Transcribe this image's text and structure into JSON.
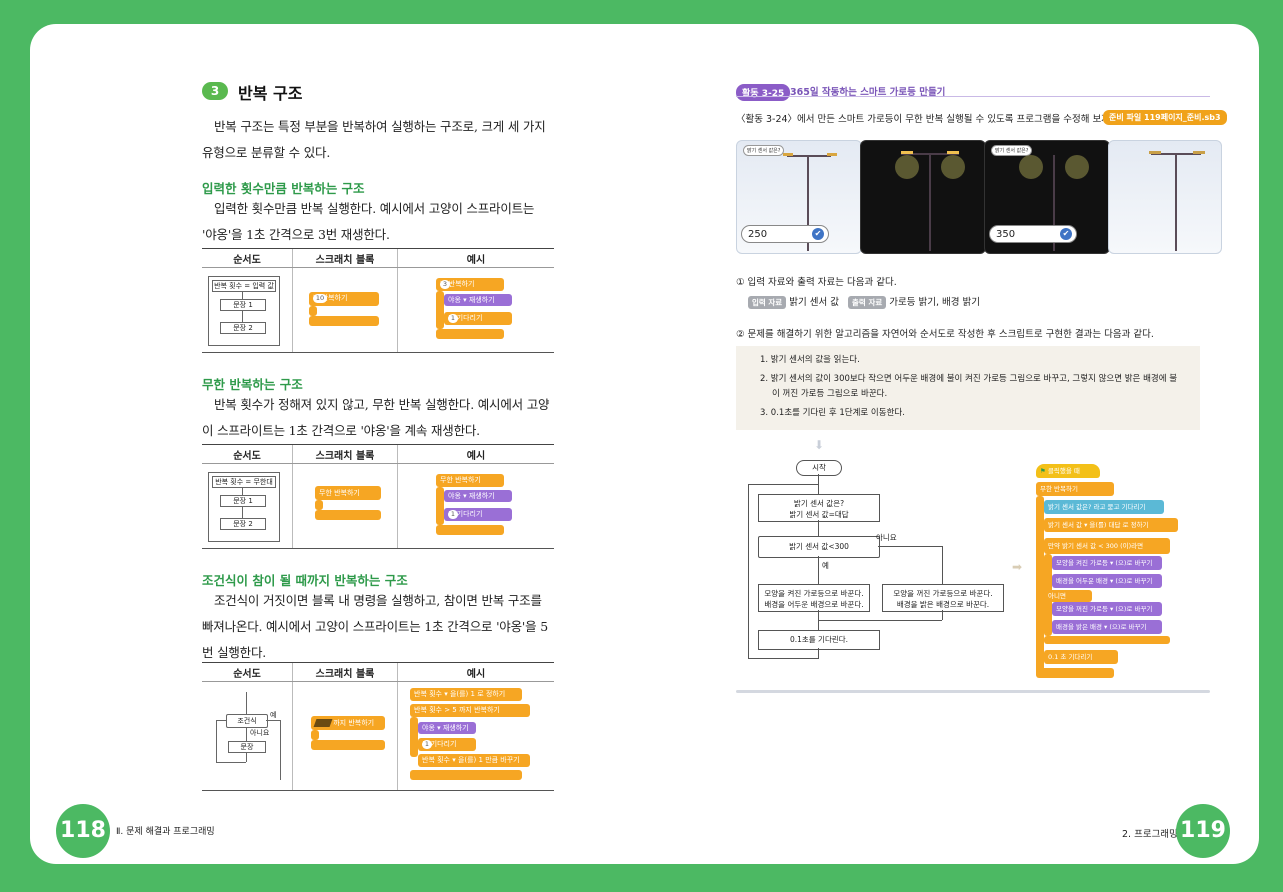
{
  "left": {
    "section": {
      "num": "3",
      "title": "반복 구조"
    },
    "intro": "반복 구조는 특정 부분을 반복하여 실행하는 구조로, 크게 세 가지 유형으로 분류할 수 있다.",
    "s1": {
      "title": "입력한 횟수만큼 반복하는 구조",
      "text": "입력한 횟수만큼 반복 실행한다. 예시에서 고양이 스프라이트는 '야옹'을 1초 간격으로 3번 재생한다.",
      "headers": [
        "순서도",
        "스크래치 블록",
        "예시"
      ],
      "fc_top": "반복 횟수 = 입력 값",
      "fc_1": "문장 1",
      "fc_2": "문장 2",
      "block": "번 반복하기",
      "block_num": "10",
      "ex_repeat": "번 반복하기",
      "ex_num": "3",
      "ex_sound": "야옹 ▾ 재생하기",
      "ex_wait": "초 기다리기",
      "ex_wait_num": "1"
    },
    "s2": {
      "title": "무한 반복하는 구조",
      "text": "반복 횟수가 정해져 있지 않고, 무한 반복 실행한다. 예시에서 고양이 스프라이트는 1초 간격으로 '야옹'을 계속 재생한다.",
      "headers": [
        "순서도",
        "스크래치 블록",
        "예시"
      ],
      "fc_top": "반복 횟수 = 무한대",
      "fc_1": "문장 1",
      "fc_2": "문장 2",
      "block": "무한 반복하기",
      "ex_repeat": "무한 반복하기",
      "ex_sound": "야옹 ▾ 재생하기",
      "ex_wait": "초 기다리기",
      "ex_wait_num": "1"
    },
    "s3": {
      "title": "조건식이 참이 될 때까지 반복하는 구조",
      "text": "조건식이 거짓이면 블록 내 명령을 실행하고, 참이면 반복 구조를 빠져나온다. 예시에서 고양이 스프라이트는 1초 간격으로 '야옹'을 5번 실행한다.",
      "headers": [
        "순서도",
        "스크래치 블록",
        "예시"
      ],
      "fc_cond": "조건식",
      "fc_yes": "예",
      "fc_no": "아니요",
      "fc_stmt": "문장",
      "block": "까지 반복하기",
      "ex_set": "반복 횟수 ▾ 을(를) 1 로 정하기",
      "ex_until": "반복 횟수 > 5 까지 반복하기",
      "ex_sound": "야옹 ▾ 재생하기",
      "ex_wait": "초 기다리기",
      "ex_wait_num": "1",
      "ex_change": "반복 횟수 ▾ 을(를) 1 만큼 바꾸기"
    },
    "page_num": "118",
    "footer": "Ⅱ. 문제 해결과 프로그래밍"
  },
  "right": {
    "activity_tag": "활동 3-25",
    "activity_title": "365일 작동하는 스마트 가로등 만들기",
    "intro": "〈활동 3-24〉에서 만든 스마트 가로등이 무한 반복 실행될 수 있도록 프로그램을 수정해 보자.",
    "file_tag": "준비 파일 119페이지_준비.sb3",
    "scene1_value": "250",
    "scene3_value": "350",
    "bubble1": "밝기 센서 값은?",
    "bubble3": "밝기 센서 값은?",
    "q1": "① 입력 자료와 출력 자료는 다음과 같다.",
    "input_chip": "입력 자료",
    "input_text": "밝기 센서 값",
    "output_chip": "출력 자료",
    "output_text": "가로등 밝기, 배경 밝기",
    "q2": "② 문제를 해결하기 위한 알고리즘을 자연어와 순서도로 작성한 후 스크립트로 구현한 결과는 다음과 같다.",
    "algo": [
      "1. 밝기 센서의 값을 읽는다.",
      "2. 밝기 센서의 값이 300보다 작으면 어두운 배경에 불이 켜진 가로등 그림으로 바꾸고, 그렇지 않으면 밝은 배경에 불",
      "이 꺼진 가로등 그림으로 바꾼다.",
      "3. 0.1초를 기다린 후 1단계로 이동한다."
    ],
    "fc": {
      "start": "시작",
      "read1": "밝기 센서 값은?",
      "read2": "밝기 센서 값=대답",
      "cond": "밝기 센서 값<300",
      "yes": "예",
      "no": "아니요",
      "yes_box1": "모양을 켜진 가로등으로 바꾼다.",
      "yes_box2": "배경을 어두운 배경으로 바꾼다.",
      "no_box1": "모양을 꺼진 가로등으로 바꾼다.",
      "no_box2": "배경을 밝은 배경으로 바꾼다.",
      "wait": "0.1초를 기다린다."
    },
    "script": {
      "hat": "클릭했을 때",
      "forever": "무한 반복하기",
      "ask": "밝기 센서 값은? 라고 묻고 기다리기",
      "set": "밝기 센서 값 ▾ 을(를) 대답 로 정하기",
      "if": "만약 밝기 센서 값 < 300 (이)라면",
      "on1": "모양을 켜진 가로등 ▾ (으)로 바꾸기",
      "on2": "배경을 어두운 배경 ▾ (으)로 바꾸기",
      "else": "아니면",
      "off1": "모양을 꺼진 가로등 ▾ (으)로 바꾸기",
      "off2": "배경을 밝은 배경 ▾ (으)로 바꾸기",
      "wait": "0.1 초 기다리기"
    },
    "page_num": "119",
    "footer": "2. 프로그래밍"
  },
  "colors": {
    "frame": "#4cb963",
    "heading": "#2e9a4a",
    "activity": "#8b5cc7",
    "orange": "#f6a623",
    "purple": "#9a6fd6"
  }
}
